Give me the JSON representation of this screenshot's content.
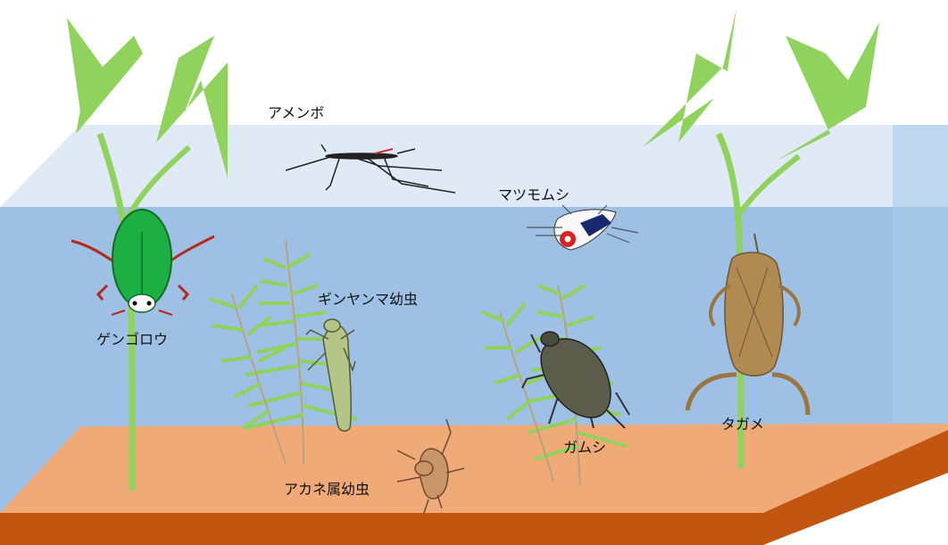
{
  "colors": {
    "surface_water": "#dce9f5",
    "water": "#9cbfe3",
    "water_right_face": "#b4d1ee",
    "sediment_top": "#efa977",
    "sediment_front": "#c2550f",
    "plant_green": "#8bd35a",
    "plant_stem": "#9fd45e"
  },
  "organisms": [
    {
      "name": "アメンボ",
      "icon": "water-strider-icon"
    },
    {
      "name": "マツモムシ",
      "icon": "backswimmer-icon"
    },
    {
      "name": "ゲンゴロウ",
      "icon": "diving-beetle-icon"
    },
    {
      "name": "ギンヤンマ幼虫",
      "icon": "dragonfly-nymph-icon"
    },
    {
      "name": "ガムシ",
      "icon": "water-scavenger-beetle-icon"
    },
    {
      "name": "タガメ",
      "icon": "giant-water-bug-icon"
    },
    {
      "name": "アカネ属幼虫",
      "icon": "darter-nymph-icon"
    }
  ]
}
